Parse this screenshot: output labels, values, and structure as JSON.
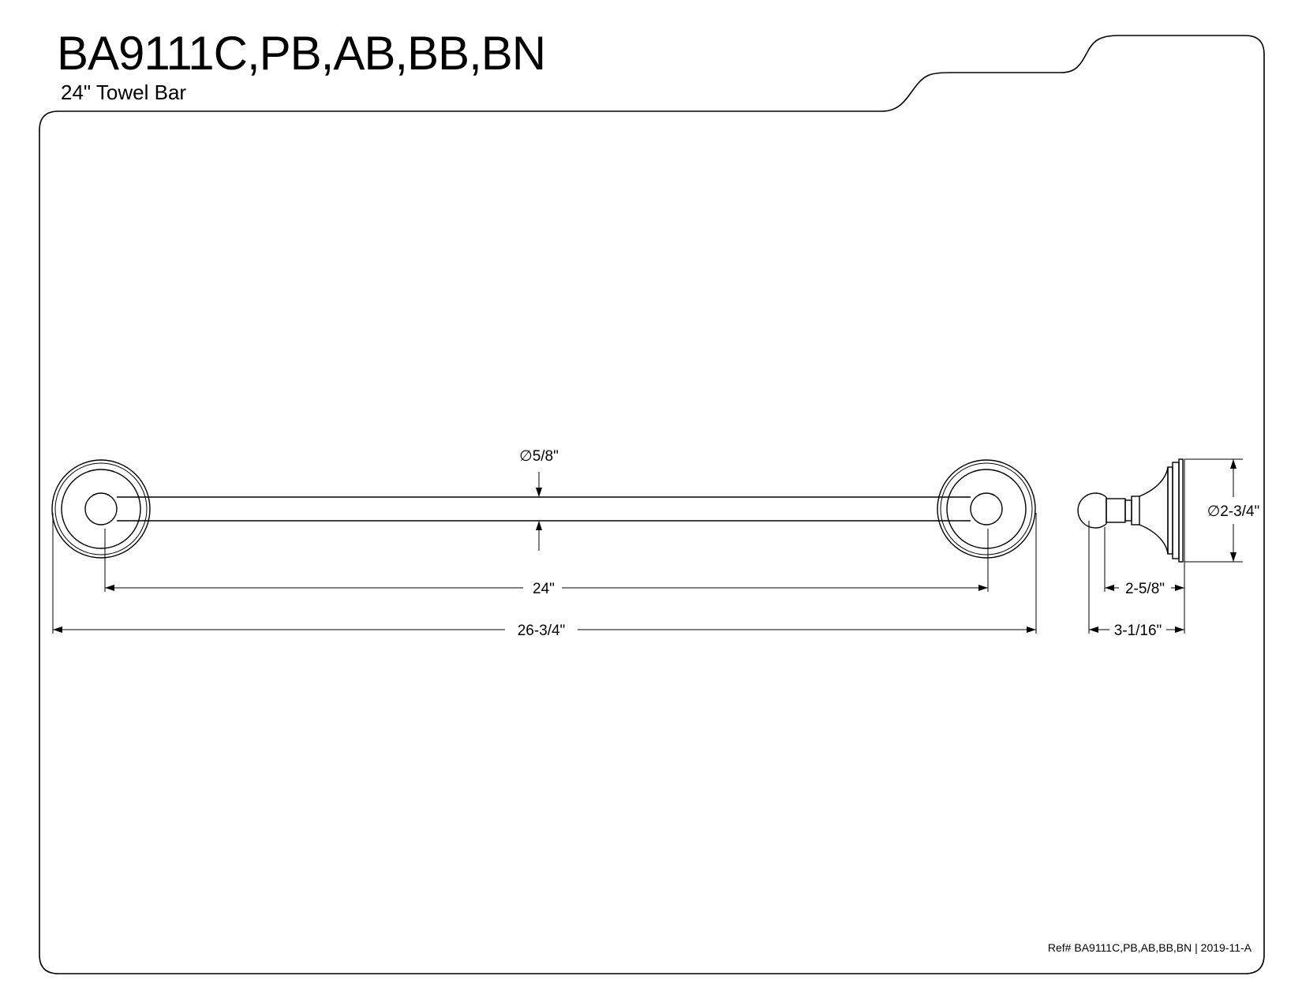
{
  "header": {
    "title": "BA9111C,PB,AB,BB,BN",
    "subtitle": "24\" Towel Bar"
  },
  "dimensions": {
    "bar_diameter": "∅5/8\"",
    "center_to_center": "24\"",
    "overall_length": "26-3/4\"",
    "flange_diameter": "∅2-3/4\"",
    "projection_to_bar": "2-5/8\"",
    "overall_projection": "3-1/16\""
  },
  "footer": {
    "reference": "Ref# BA9111C,PB,AB,BB,BN | 2019-11-A"
  }
}
